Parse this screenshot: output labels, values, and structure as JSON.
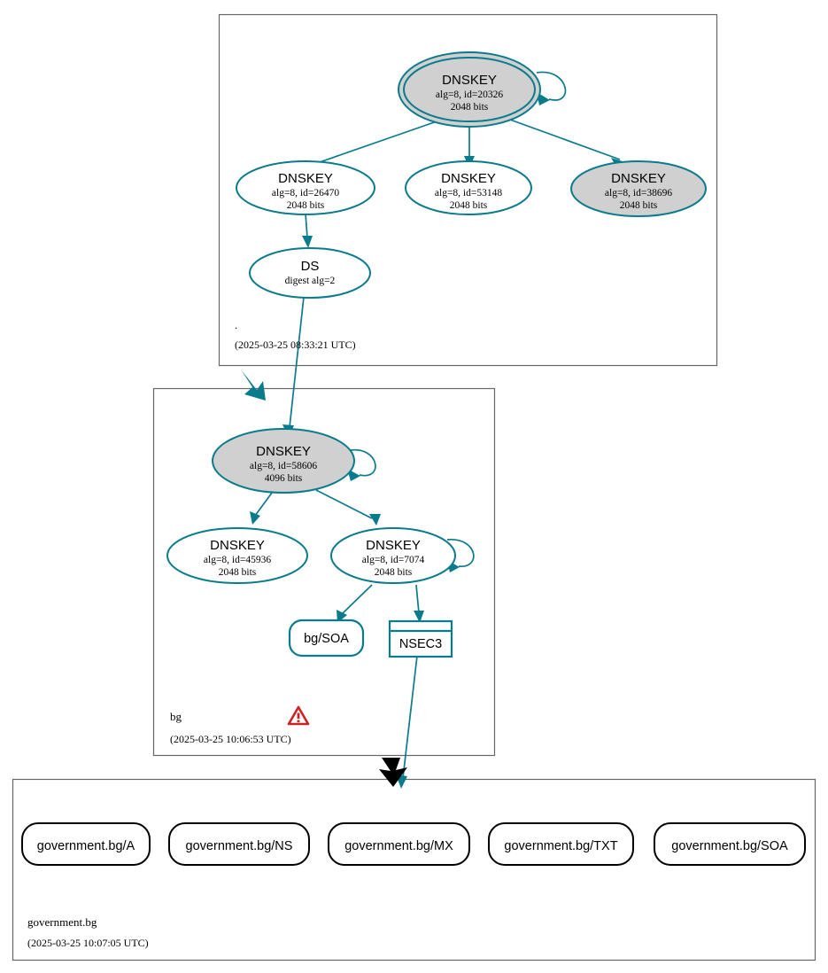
{
  "diagram": {
    "type": "dnssec-authentication-chain",
    "title": "government.bg DNSSEC authentication chain",
    "colors": {
      "teal": "#0a7b8c",
      "node_fill_secure": "#d0d0d0",
      "node_fill_plain": "#ffffff",
      "zone_border": "#666666",
      "rrset_border": "#000000",
      "warning_red": "#cc2222"
    }
  },
  "zones": [
    {
      "id": "root",
      "label": ".",
      "timestamp": "(2025-03-25 08:33:21 UTC)",
      "has_warning": false,
      "nodes": [
        {
          "id": "root-ksk-20326",
          "kind": "DNSKEY",
          "title": "DNSKEY",
          "alg_id": "alg=8, id=20326",
          "bits": "2048 bits",
          "fill": "gray",
          "double_border": true,
          "self_signed": true
        },
        {
          "id": "root-zsk-26470",
          "kind": "DNSKEY",
          "title": "DNSKEY",
          "alg_id": "alg=8, id=26470",
          "bits": "2048 bits",
          "fill": "white",
          "double_border": false,
          "self_signed": false
        },
        {
          "id": "root-zsk-53148",
          "kind": "DNSKEY",
          "title": "DNSKEY",
          "alg_id": "alg=8, id=53148",
          "bits": "2048 bits",
          "fill": "white",
          "double_border": false,
          "self_signed": false
        },
        {
          "id": "root-zsk-38696",
          "kind": "DNSKEY",
          "title": "DNSKEY",
          "alg_id": "alg=8, id=38696",
          "bits": "2048 bits",
          "fill": "gray",
          "double_border": false,
          "self_signed": false
        },
        {
          "id": "root-ds",
          "kind": "DS",
          "title": "DS",
          "alg_id": "digest alg=2",
          "bits": "",
          "fill": "white",
          "double_border": false,
          "self_signed": false
        }
      ]
    },
    {
      "id": "bg",
      "label": "bg",
      "timestamp": "(2025-03-25 10:06:53 UTC)",
      "has_warning": true,
      "nodes": [
        {
          "id": "bg-ksk-58606",
          "kind": "DNSKEY",
          "title": "DNSKEY",
          "alg_id": "alg=8, id=58606",
          "bits": "4096 bits",
          "fill": "gray",
          "double_border": false,
          "self_signed": true
        },
        {
          "id": "bg-zsk-45936",
          "kind": "DNSKEY",
          "title": "DNSKEY",
          "alg_id": "alg=8, id=45936",
          "bits": "2048 bits",
          "fill": "white",
          "double_border": false,
          "self_signed": false
        },
        {
          "id": "bg-zsk-7074",
          "kind": "DNSKEY",
          "title": "DNSKEY",
          "alg_id": "alg=8, id=7074",
          "bits": "2048 bits",
          "fill": "white",
          "double_border": false,
          "self_signed": true
        },
        {
          "id": "bg-soa",
          "kind": "RRset",
          "title": "bg/SOA",
          "shape": "rounded-rect",
          "border": "teal"
        },
        {
          "id": "bg-nsec3",
          "kind": "NSEC3",
          "title": "NSEC3",
          "shape": "rect-divided",
          "border": "teal"
        }
      ]
    },
    {
      "id": "government-bg",
      "label": "government.bg",
      "timestamp": "(2025-03-25 10:07:05 UTC)",
      "has_warning": false,
      "nodes": [
        {
          "id": "gov-a",
          "kind": "RRset",
          "title": "government.bg/A",
          "shape": "rounded-rect",
          "border": "black"
        },
        {
          "id": "gov-ns",
          "kind": "RRset",
          "title": "government.bg/NS",
          "shape": "rounded-rect",
          "border": "black"
        },
        {
          "id": "gov-mx",
          "kind": "RRset",
          "title": "government.bg/MX",
          "shape": "rounded-rect",
          "border": "black"
        },
        {
          "id": "gov-txt",
          "kind": "RRset",
          "title": "government.bg/TXT",
          "shape": "rounded-rect",
          "border": "black"
        },
        {
          "id": "gov-soa",
          "kind": "RRset",
          "title": "government.bg/SOA",
          "shape": "rounded-rect",
          "border": "black"
        }
      ]
    }
  ],
  "delegations": [
    {
      "from": "root",
      "to": "bg",
      "color": "teal"
    },
    {
      "from": "bg",
      "to": "government-bg",
      "color": "black"
    }
  ],
  "icons": {
    "warning": "warning-triangle-icon"
  }
}
